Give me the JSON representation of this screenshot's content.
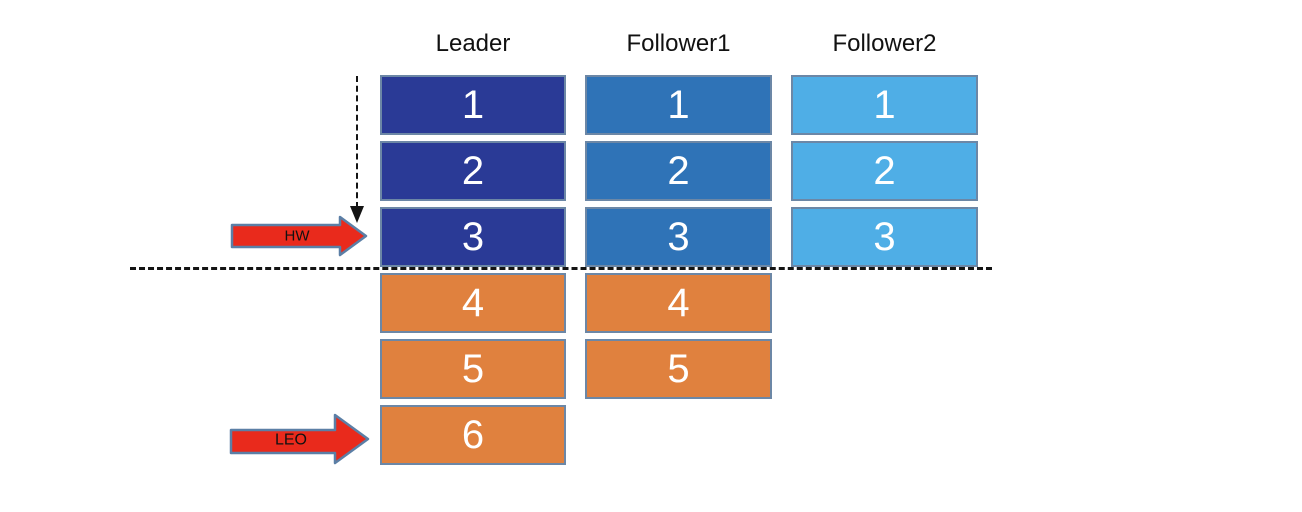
{
  "colors": {
    "leader": "#2a3a96",
    "follower1": "#2f73b7",
    "follower2": "#4faee6",
    "uncommitted": "#e0813e",
    "block_border": "#6c87a6",
    "arrow_fill": "#e92a1c",
    "arrow_border": "#5b7fa6",
    "line": "#141414",
    "header_text": "#111111",
    "block_text": "#ffffff"
  },
  "columns": [
    {
      "label": "Leader",
      "blocks": [
        {
          "label": "1"
        },
        {
          "label": "2"
        },
        {
          "label": "3"
        },
        {
          "label": "4"
        },
        {
          "label": "5"
        },
        {
          "label": "6"
        }
      ]
    },
    {
      "label": "Follower1",
      "blocks": [
        {
          "label": "1"
        },
        {
          "label": "2"
        },
        {
          "label": "3"
        },
        {
          "label": "4"
        },
        {
          "label": "5"
        }
      ]
    },
    {
      "label": "Follower2",
      "blocks": [
        {
          "label": "1"
        },
        {
          "label": "2"
        },
        {
          "label": "3"
        }
      ]
    }
  ],
  "markers": {
    "hw": {
      "label": "HW",
      "points_to": "Leader entry 3"
    },
    "leo": {
      "label": "LEO",
      "points_to": "Leader entry 6"
    }
  }
}
